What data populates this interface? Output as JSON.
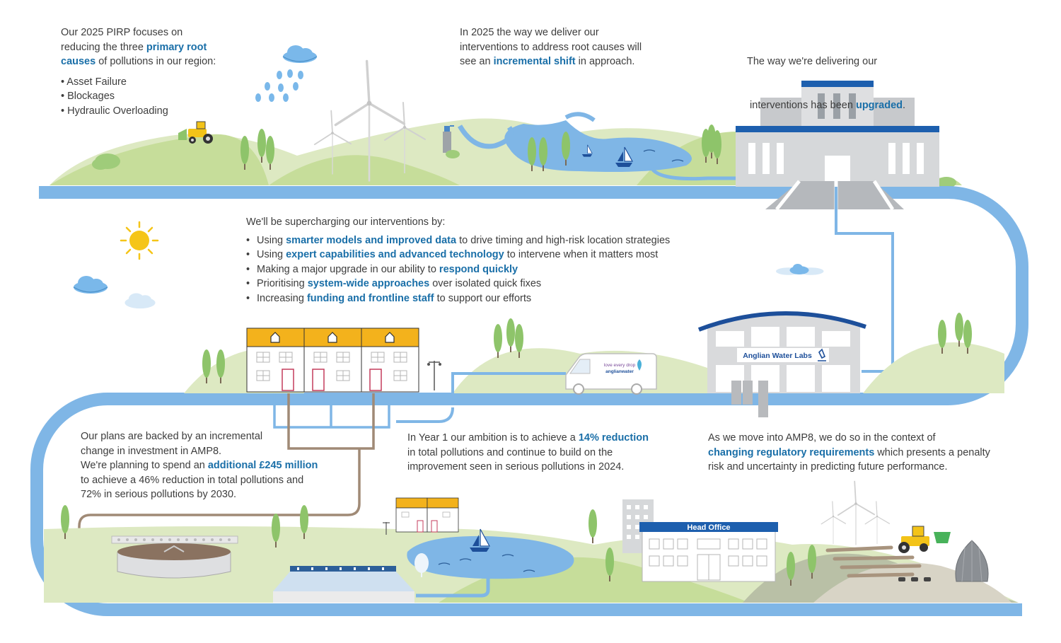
{
  "intro": {
    "l1": "Our 2025 PIRP focuses on",
    "l2a": "reducing the three ",
    "l2b": "primary root",
    "l3a": "causes",
    "l3b": " of pollutions in our region:",
    "bullets": [
      "• Asset Failure",
      "• Blockages",
      "• Hydraulic Overloading"
    ]
  },
  "shift": {
    "l1": "In 2025 the way we deliver our",
    "l2": "interventions to address root causes will",
    "l3a": "see an ",
    "l3b": "incremental shift",
    "l3c": " in approach."
  },
  "upgraded": {
    "l1": "The way we're delivering our",
    "l2a": " interventions has been ",
    "l2b": "upgraded",
    "l2c": "."
  },
  "supercharge": {
    "intro": "We'll be supercharging our interventions by:",
    "items": [
      {
        "a": "Using ",
        "b": "smarter models and improved data",
        "c": " to drive timing and high-risk location strategies"
      },
      {
        "a": "Using ",
        "b": "expert capabilities and advanced technology",
        "c": " to intervene when it matters most"
      },
      {
        "a": "Making a major upgrade in our ability to ",
        "b": "respond quickly",
        "c": ""
      },
      {
        "a": "Prioritising ",
        "b": "system-wide approaches",
        "c": " over isolated quick fixes"
      },
      {
        "a": "Increasing ",
        "b": "funding and frontline staff",
        "c": " to support our efforts"
      }
    ]
  },
  "investment": {
    "l1": "Our plans are backed by an incremental",
    "l2": "change in investment in AMP8.",
    "l3a": "We're planning to spend an ",
    "l3b": "additional £245 million",
    "l4": "to achieve a 46% reduction in total pollutions and",
    "l5": "72% in serious pollutions by 2030."
  },
  "year1": {
    "l1a": "In Year 1 our ambition is to achieve a ",
    "l1b": "14% reduction",
    "l2": "in total pollutions and continue to build on the",
    "l3": "improvement seen in serious pollutions in 2024."
  },
  "amp8": {
    "l1": "As we move into AMP8, we do so in the context of",
    "l2a": "changing regulatory requirements",
    "l2b": " which presents a penalty",
    "l3": "risk and uncertainty in predicting future performance."
  },
  "labels": {
    "labs": "Anglian Water Labs",
    "head_office": "Head Office",
    "van_l1": "love every drop",
    "van_l2": "anglianwater"
  },
  "colors": {
    "pipe": "#7fb6e6",
    "highlight": "#1a6fa8",
    "grass_light": "#dde9c2",
    "grass": "#c6dd9a",
    "tree": "#8ec46a",
    "sewer": "#a08a76",
    "roof_orange": "#f3b21c",
    "building_grey": "#c7c9cc",
    "navy": "#1d4f9a"
  }
}
